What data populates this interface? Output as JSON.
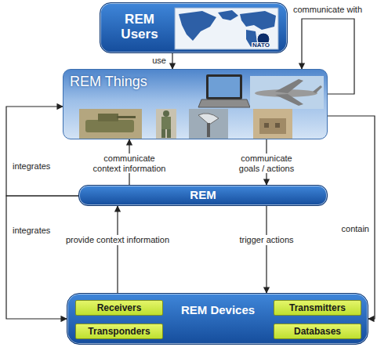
{
  "diagram": {
    "nodes": [
      {
        "text": [
          "REM Users"
        ]
      },
      {
        "text": [
          "REM Things"
        ]
      },
      {
        "text": [
          "REM"
        ]
      },
      {
        "text": [
          "REM Devices"
        ]
      },
      {
        "text": [
          "Receivers"
        ],
        "in": 3
      },
      {
        "text": [
          "Transmitters"
        ],
        "in": 3
      },
      {
        "text": [
          "Transponders"
        ],
        "in": 3
      },
      {
        "text": [
          "Databases"
        ],
        "in": 3
      }
    ],
    "edges": [
      {
        "from": 0,
        "to": 1,
        "arrow": "to",
        "label": "use"
      },
      {
        "from": 1,
        "to": 1,
        "arrow": "to",
        "label": "communicate with"
      },
      {
        "from": 2,
        "to": 1,
        "arrow": "to",
        "label": "integrates"
      },
      {
        "from": 2,
        "to": 1,
        "arrow": "to",
        "label": "communicate context information"
      },
      {
        "from": 1,
        "to": 2,
        "arrow": "to",
        "label": "communicate goals / actions"
      },
      {
        "from": 1,
        "to": 3,
        "arrow": "to",
        "label": "contain"
      },
      {
        "from": 2,
        "to": 3,
        "arrow": "to",
        "label": "integrates"
      },
      {
        "from": 3,
        "to": 2,
        "arrow": "to",
        "label": "provide context information"
      },
      {
        "from": 2,
        "to": 3,
        "arrow": "to",
        "label": "trigger actions"
      }
    ],
    "labels": [
      "NATO"
    ]
  }
}
